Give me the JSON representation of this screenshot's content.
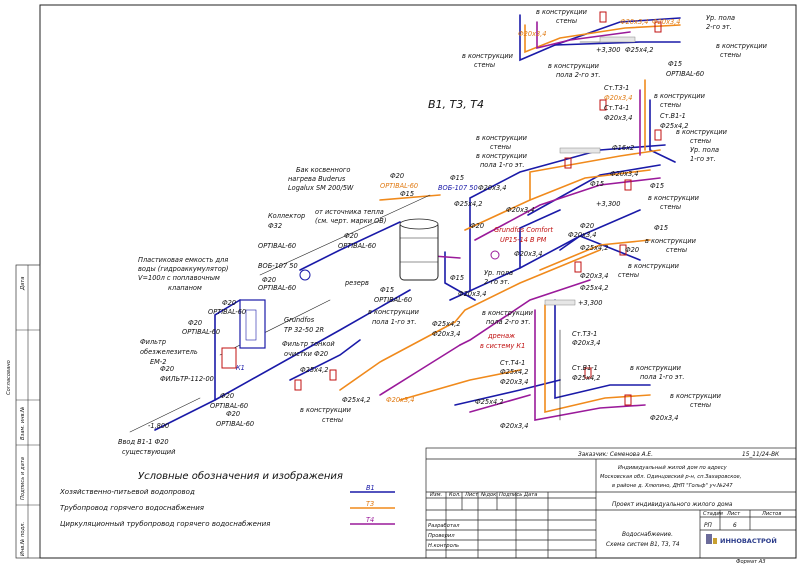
{
  "system_title": "В1, Т3, Т4",
  "legend": {
    "title": "Условные обозначения и изображения",
    "items": [
      {
        "text": "Хозяйственно-питьевой водопровод",
        "code": "В1",
        "color": "#1a1aa8"
      },
      {
        "text": "Трубопровод горячего водоснабжения",
        "code": "Т3",
        "color": "#f08a1c"
      },
      {
        "text": "Циркуляционный трубопровод горячего водоснабжения",
        "code": "Т4",
        "color": "#9a1a9a"
      }
    ]
  },
  "side_stamp": [
    "Взам. инв.№",
    "Подпись и дата",
    "Инв.№ подл.",
    "Согласовано",
    "Дата"
  ],
  "labels": {
    "boiler": [
      "Бак косвенного",
      "нагрева Buderus",
      "Logalux SM 200/5W"
    ],
    "from_heat": [
      "от источника тепла",
      "(см. черт. марки ОВ)"
    ],
    "collector": "Коллектор",
    "accumulator": [
      "Пластиковая емкость для",
      "воды (гидроаккумулятор)",
      "V=100л с поплавочным",
      "клапаном"
    ],
    "filter_iron": [
      "Фильтр",
      "обезжелезитель",
      "EM-2"
    ],
    "filter_name": "ФИЛЬТР-112-00",
    "filter_fine": [
      "Фильтр тонкой",
      "очистки Ф20"
    ],
    "grundfos_tp": [
      "Grundfos",
      "TP 32-50 2R"
    ],
    "grundfos_up": [
      "Grundfos Comfort",
      "UP15-14 B PM"
    ],
    "reserve": "резерв",
    "drain": [
      "дренаж",
      "в систему К1"
    ],
    "input": [
      "Ввод В1-1 Ф20",
      "существующий"
    ],
    "level_input": "-1,800",
    "level_3300a": "+3,300",
    "level_3300b": "+3,300",
    "floor1": [
      "пола 1-го эт."
    ],
    "floor2": [
      "пола 2-го эт."
    ],
    "ur_pola_2": [
      "Ур. пола",
      "2-го эт."
    ],
    "ur_pola_1": [
      "Ур. пола",
      "1-го эт."
    ],
    "ur_pola_2b": [
      "Ур. пола",
      "2-го эт."
    ],
    "in_wall": [
      "в конструкции",
      "стены"
    ],
    "in_floor1": [
      "в конструкции",
      "пола 1-го эт."
    ],
    "in_floor2": [
      "в конструкции",
      "пола 2-го эт."
    ],
    "in_constr": "в конструкции",
    "optibal": "OPTIBAL-60",
    "vob": "ВОБ-107 50",
    "k1": "К1",
    "risers": {
      "t31": "Ст.Т3-1",
      "t41": "Ст.Т4-1",
      "b11": "Ст.В1-1"
    },
    "dims": {
      "d20x34": "Ф20х3,4",
      "d25x42": "Ф25х4,2",
      "d20": "Ф20",
      "d15": "Ф15",
      "d32": "Ф32",
      "d16x2": "Ф16х2"
    }
  },
  "title_block": {
    "customer": "Заказчик: Семенова А.Е.",
    "code": "15_11/24-ВК",
    "object": [
      "Индивидуальный жилой дом по адресу",
      "Московская обл. Одинцовский р-н, сп.Захаровское,",
      "в районе д. Хлюпино, ДНП \"Гольф\" уч.№247"
    ],
    "headers": [
      "Изм.",
      "Кол.",
      "Лист",
      "№док",
      "Подпись",
      "Дата"
    ],
    "rows": [
      "Разработал",
      "Проверил",
      "Н.контроль"
    ],
    "project": "Проект индивидуального жилого дома",
    "stage_hdr": [
      "Стадия",
      "Лист",
      "Листов"
    ],
    "stage": "РП",
    "sheet": "6",
    "sheets": "",
    "sheet_title": [
      "Водоснабжение.",
      "Схема систем В1, Т3, Т4"
    ],
    "company": "ИННОВАСТРОЙ",
    "format": "Формат А3"
  }
}
